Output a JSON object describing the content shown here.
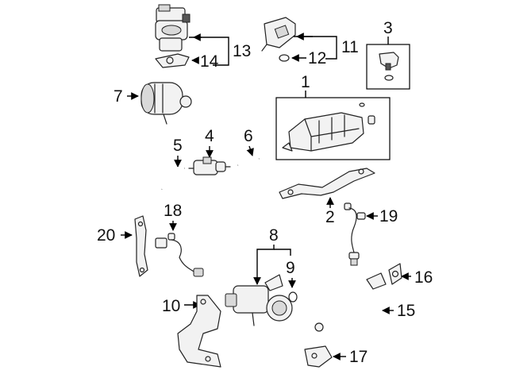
{
  "callouts": {
    "c1": "1",
    "c2": "2",
    "c3": "3",
    "c4": "4",
    "c5": "5",
    "c6": "6",
    "c7": "7",
    "c8": "8",
    "c9": "9",
    "c10": "10",
    "c11": "11",
    "c12": "12",
    "c13": "13",
    "c14": "14",
    "c15": "15",
    "c16": "16",
    "c17": "17",
    "c18": "18",
    "c19": "19",
    "c20": "20"
  },
  "colors": {
    "line": "#000000",
    "part_fill": "#f2f2f2",
    "shade": "#d9d9d9"
  }
}
